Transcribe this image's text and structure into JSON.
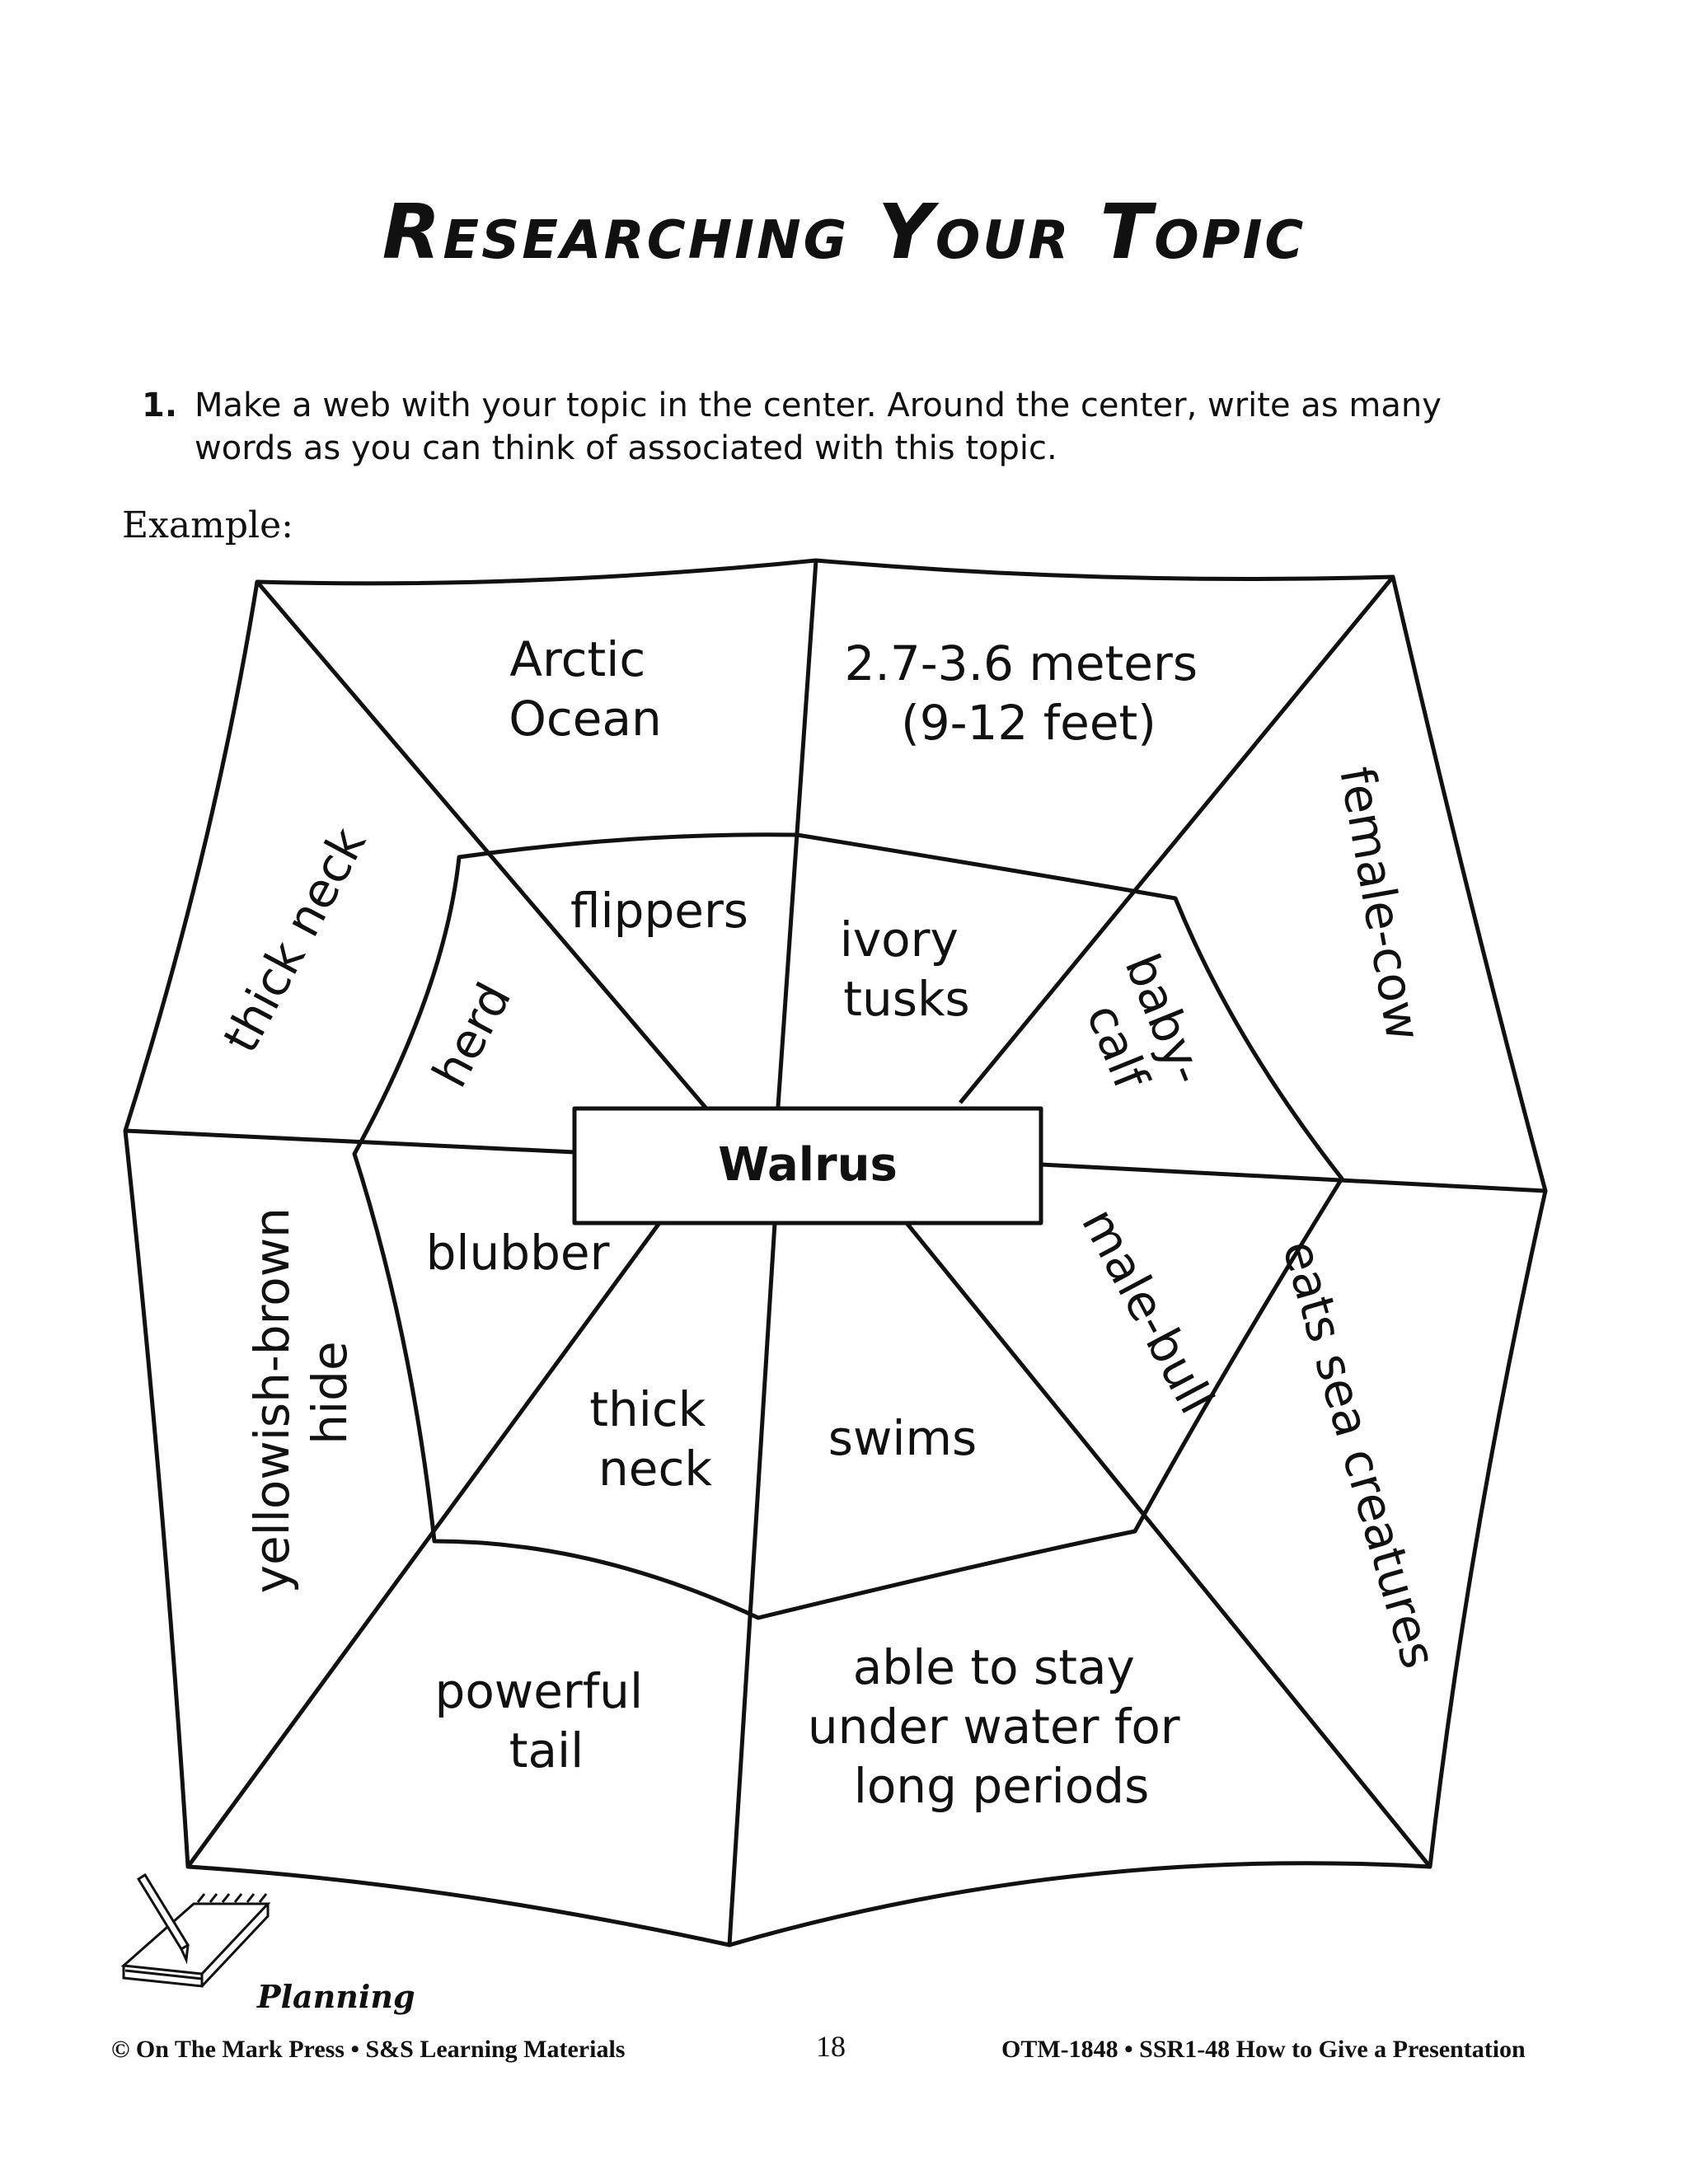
{
  "title": "Researching Your Topic",
  "instruction": {
    "number": "1.",
    "text": "Make a web with your topic in the center. Around the center, write as many words as you can think of associated with this topic."
  },
  "example_label": "Example:",
  "web": {
    "center": "Walrus",
    "outer": {
      "top_left": [
        "Arctic",
        "Ocean"
      ],
      "top_right": [
        "2.7-3.6 meters",
        "(9-12 feet)"
      ],
      "right_upper": "female-cow",
      "right_lower": "eats sea creatures",
      "bottom_right": [
        "able to stay",
        "under water for",
        "long periods"
      ],
      "bottom_left": [
        "powerful",
        "tail"
      ],
      "left_lower": [
        "yellowish-brown",
        "hide"
      ],
      "left_upper": "thick neck"
    },
    "inner": {
      "top_left": "flippers",
      "top_right": [
        "ivory",
        "tusks"
      ],
      "right_upper": [
        "baby-",
        "calf"
      ],
      "right_lower": "male-bull",
      "bottom_right": "swims",
      "bottom_left": [
        "thick",
        "neck"
      ],
      "left_lower": "blubber",
      "left_upper": "herd"
    }
  },
  "planning_label": "Planning",
  "footer": {
    "left": "© On The Mark Press • S&S Learning Materials",
    "page_number": "18",
    "right": "OTM-1848 • SSR1-48 How to Give a Presentation"
  }
}
